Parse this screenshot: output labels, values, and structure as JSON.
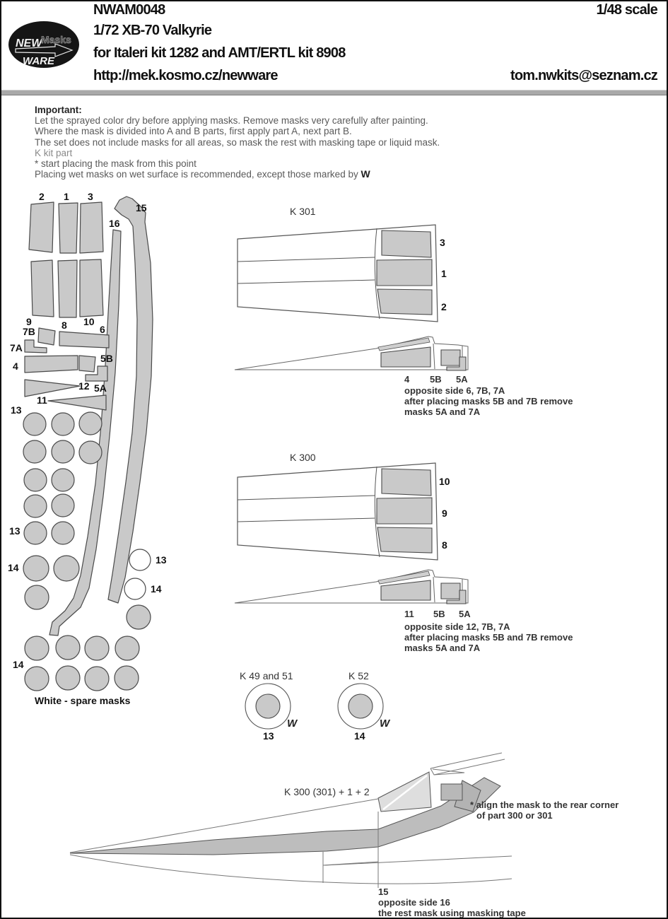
{
  "header": {
    "logo": {
      "new": "NEW",
      "masks": "Masks",
      "ware": "WARE"
    },
    "code": "NWAM0048",
    "scale": "1/48 scale",
    "title": "1/72 XB-70 Valkyrie",
    "subtitle": "for Italeri kit 1282 and AMT/ERTL kit 8908",
    "url": "http://mek.kosmo.cz/newware",
    "email": "tom.nwkits@seznam.cz"
  },
  "important": {
    "heading": "Important:",
    "lines": [
      "Let the sprayed color dry before applying masks. Remove masks very carefully after painting.",
      "Where the mask is divided into A and B parts, first apply part A, next part B.",
      "The set does not include masks for all areas, so mask the rest with masking tape or liquid mask.",
      "K kit part",
      "*  start placing the mask from this point"
    ],
    "wet_line_prefix": "Placing wet masks on wet surface is recommended, except those marked by ",
    "w_mark": "W"
  },
  "sheet": {
    "numbers": {
      "n2": "2",
      "n1": "1",
      "n3": "3",
      "n15": "15",
      "n16": "16",
      "n9": "9",
      "n8": "8",
      "n10": "10",
      "n6": "6",
      "n7B": "7B",
      "n7A": "7A",
      "n4": "4",
      "n5B": "5B",
      "n12": "12",
      "n5A": "5A",
      "n11": "11",
      "n13a": "13",
      "n13b": "13",
      "n14a": "14",
      "n14b": "14",
      "w13": "13",
      "w14": "14"
    },
    "spare_note": "White - spare masks"
  },
  "k301": {
    "title": "K 301",
    "panels": [
      "3",
      "1",
      "2"
    ],
    "side": [
      "4",
      "5B",
      "5A"
    ],
    "note": [
      "opposite side 6, 7B, 7A",
      "after placing masks 5B and 7B remove",
      "masks 5A and 7A"
    ]
  },
  "k300": {
    "title": "K 300",
    "panels": [
      "10",
      "9",
      "8"
    ],
    "side": [
      "11",
      "5B",
      "5A"
    ],
    "note": [
      "opposite side 12, 7B, 7A",
      "after placing masks 5B and 7B remove",
      "masks 5A and 7A"
    ]
  },
  "wheels": {
    "left_title": "K 49 and 51",
    "right_title": "K 52",
    "w": "W",
    "left_num": "13",
    "right_num": "14"
  },
  "profile": {
    "label": "K 300 (301) + 1 + 2",
    "align": [
      "* align the mask to the rear corner",
      "of part 300 or 301"
    ],
    "note": [
      "15",
      "opposite side 16",
      "the rest mask using masking tape"
    ]
  },
  "colors": {
    "mask_fill": "#c9c9c9",
    "mask_stroke": "#4a4a4a",
    "canopy_mask": "#dedede",
    "band": "#bdbdbd",
    "divider": "#a9a9a9"
  }
}
